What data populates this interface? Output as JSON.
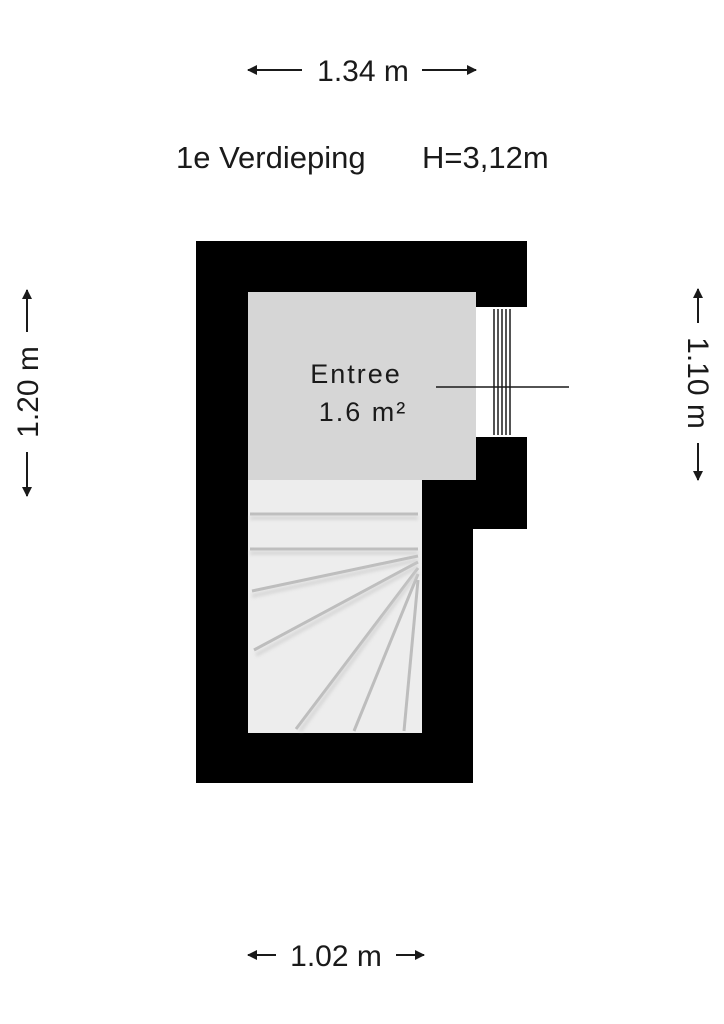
{
  "header": {
    "floor_label": "1e Verdieping",
    "height_label": "H=3,12m"
  },
  "dimensions": {
    "top_width": "1.34 m",
    "bottom_width": "1.02 m",
    "left_height": "1.20 m",
    "right_height": "1.10 m"
  },
  "room": {
    "name": "Entree",
    "area": "1.6 m²"
  },
  "colors": {
    "wall": "#000000",
    "room_fill": "#d6d6d6",
    "stair_fill": "#ededed",
    "background": "#ffffff"
  }
}
